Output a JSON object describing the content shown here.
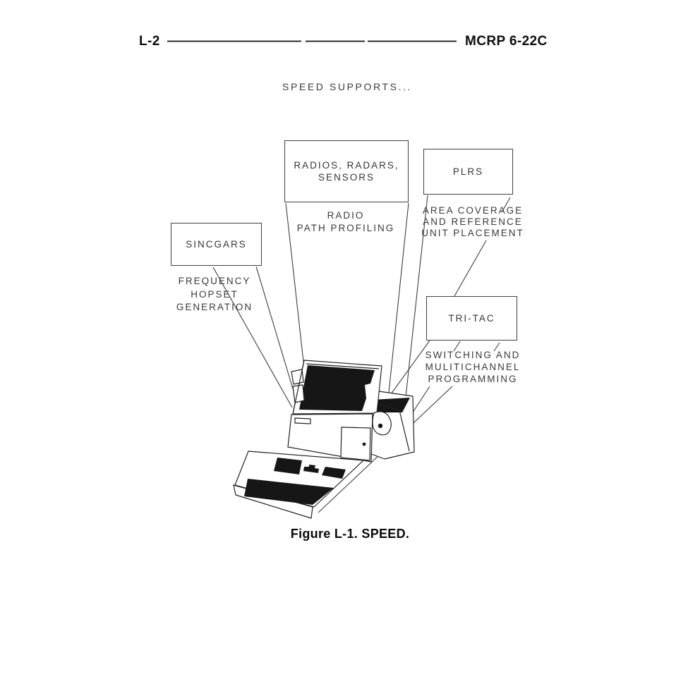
{
  "header": {
    "page_number": "L-2",
    "doc_code": "MCRP 6-22C"
  },
  "diagram": {
    "title": "SPEED SUPPORTS...",
    "boxes": {
      "radios": {
        "label": "RADIOS, RADARS,\nSENSORS",
        "caption": "RADIO\nPATH PROFILING"
      },
      "plrs": {
        "label": "PLRS",
        "caption": "AREA COVERAGE\nAND REFERENCE\nUNIT PLACEMENT"
      },
      "sincgars": {
        "label": "SINCGARS",
        "caption": "FREQUENCY\nHOPSET\nGENERATION"
      },
      "tritac": {
        "label": "TRI-TAC",
        "caption": "SWITCHING AND\nMULITICHANNEL\nPROGRAMMING"
      }
    }
  },
  "figure_caption": "Figure L-1. SPEED.",
  "colors": {
    "ink": "#222222",
    "leader_line": "#3d3d3d",
    "label_text": "#3a3a3a",
    "heading_text": "#0d0d0d",
    "background": "#ffffff"
  }
}
